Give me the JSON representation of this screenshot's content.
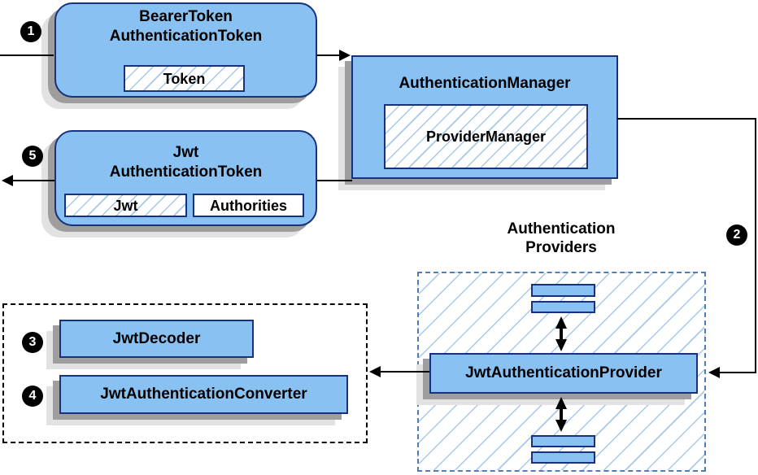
{
  "colors": {
    "box_fill": "#89c2f2",
    "box_border": "#16317d",
    "hatch_line": "#a6c9ec",
    "providers_group_border": "#4d7fba",
    "tools_group_border": "#000000",
    "shadow_dark": "#9e9e9e",
    "shadow_light": "#e2e2e2",
    "connector": "#000000",
    "badge_bg": "#000000",
    "badge_fg": "#ffffff"
  },
  "badges": {
    "step1": "1",
    "step2": "2",
    "step3": "3",
    "step4": "4",
    "step5": "5"
  },
  "nodes": {
    "bearer_token": {
      "title_line1": "BearerToken",
      "title_line2": "AuthenticationToken",
      "chip": "Token"
    },
    "authentication_manager": {
      "title": "AuthenticationManager",
      "chip": "ProviderManager"
    },
    "jwt_authentication_token": {
      "title_line1": "Jwt",
      "title_line2": "AuthenticationToken",
      "chip_jwt": "Jwt",
      "chip_authorities": "Authorities"
    },
    "authentication_providers": {
      "title_line1": "Authentication",
      "title_line2": "Providers",
      "provider": "JwtAuthenticationProvider"
    },
    "jwt_tools": {
      "decoder": "JwtDecoder",
      "converter": "JwtAuthenticationConverter"
    }
  }
}
